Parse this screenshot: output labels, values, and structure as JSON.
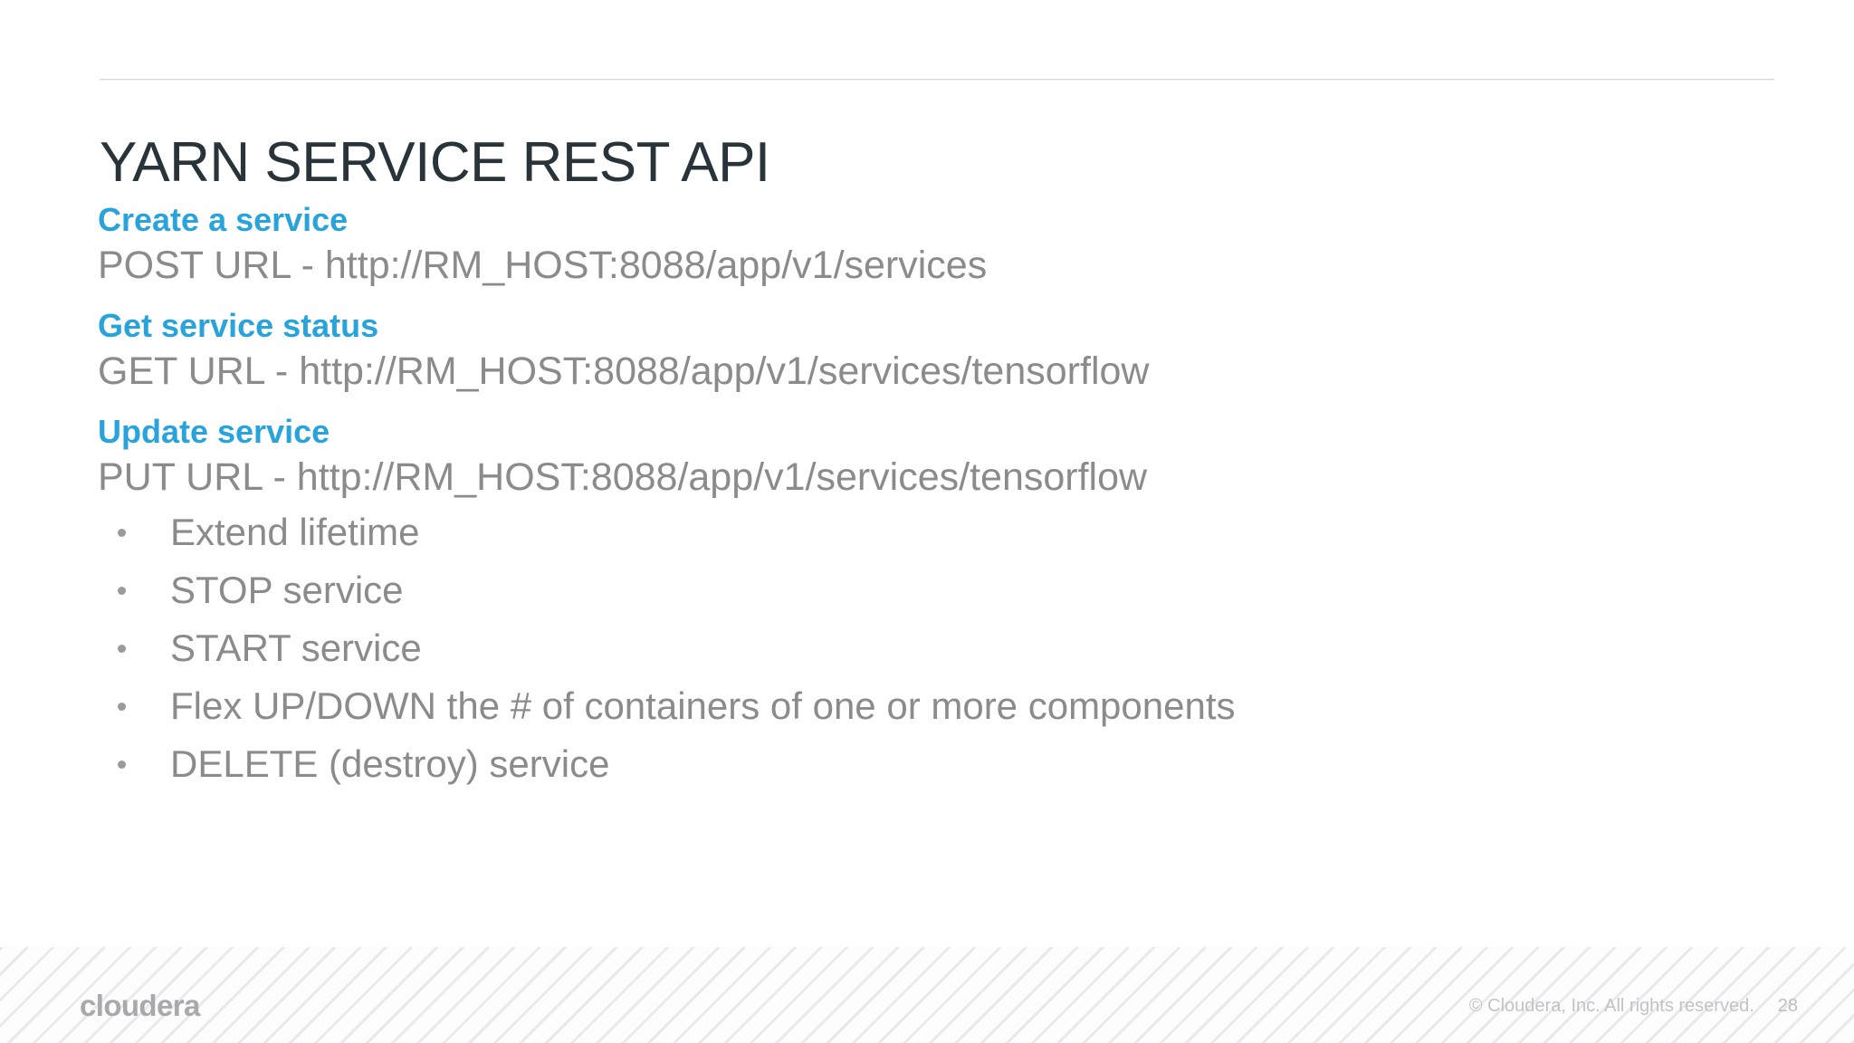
{
  "slide": {
    "title": "YARN SERVICE REST API",
    "page_number": "28",
    "accent_color": "#29a3dc",
    "title_color": "#28333a",
    "body_color": "#8b8b8b"
  },
  "sections": [
    {
      "heading": "Create a service",
      "url_line": "POST URL - http://RM_HOST:8088/app/v1/services"
    },
    {
      "heading": "Get service status",
      "url_line": "GET URL - http://RM_HOST:8088/app/v1/services/tensorflow"
    },
    {
      "heading": "Update service",
      "url_line": "PUT URL - http://RM_HOST:8088/app/v1/services/tensorflow"
    }
  ],
  "bullets": [
    "Extend lifetime",
    "STOP service",
    "START service",
    "Flex UP/DOWN the # of containers of one or more components",
    "DELETE (destroy) service"
  ],
  "footer": {
    "logo": "cloudera",
    "copyright": "© Cloudera, Inc. All rights reserved.",
    "page_number": "28"
  }
}
